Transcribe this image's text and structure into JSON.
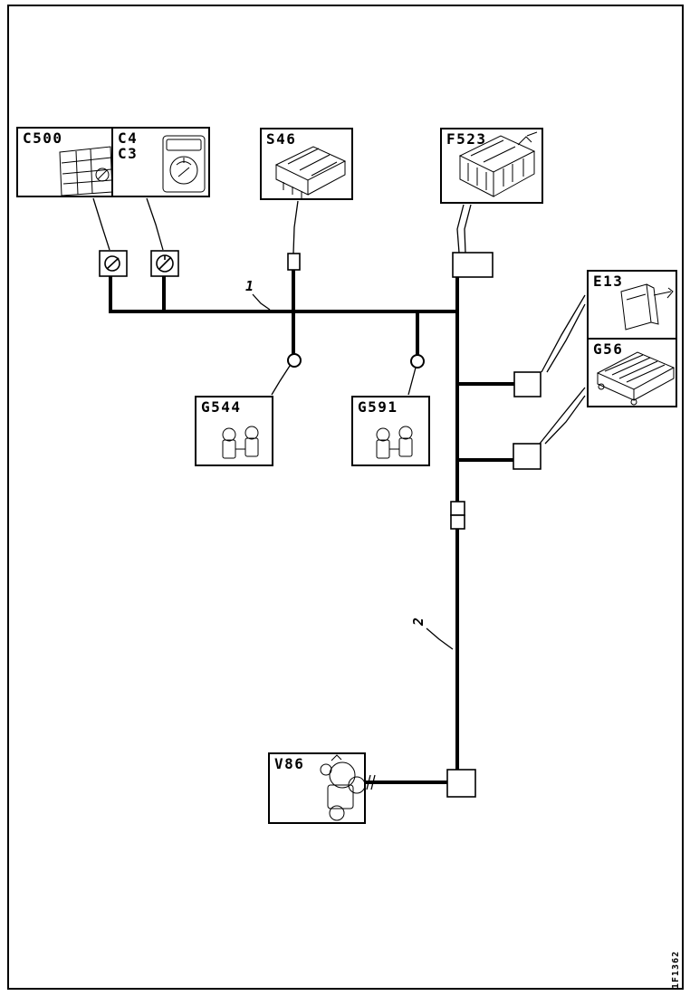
{
  "page": {
    "type": "wiring-harness-overview-diagram",
    "colors": {
      "ink": "#000000",
      "paper": "#ffffff"
    },
    "plot_code": "1F1362"
  },
  "components": {
    "c500": {
      "label": "C500"
    },
    "c4": {
      "label": "C4"
    },
    "c3": {
      "label": "C3"
    },
    "s46": {
      "label": "S46"
    },
    "f523": {
      "label": "F523"
    },
    "e13": {
      "label": "E13"
    },
    "g56": {
      "label": "G56"
    },
    "g544": {
      "label": "G544"
    },
    "g591": {
      "label": "G591"
    },
    "v86": {
      "label": "V86"
    }
  },
  "wire_markers": {
    "marker1": "1",
    "marker2": "2"
  }
}
